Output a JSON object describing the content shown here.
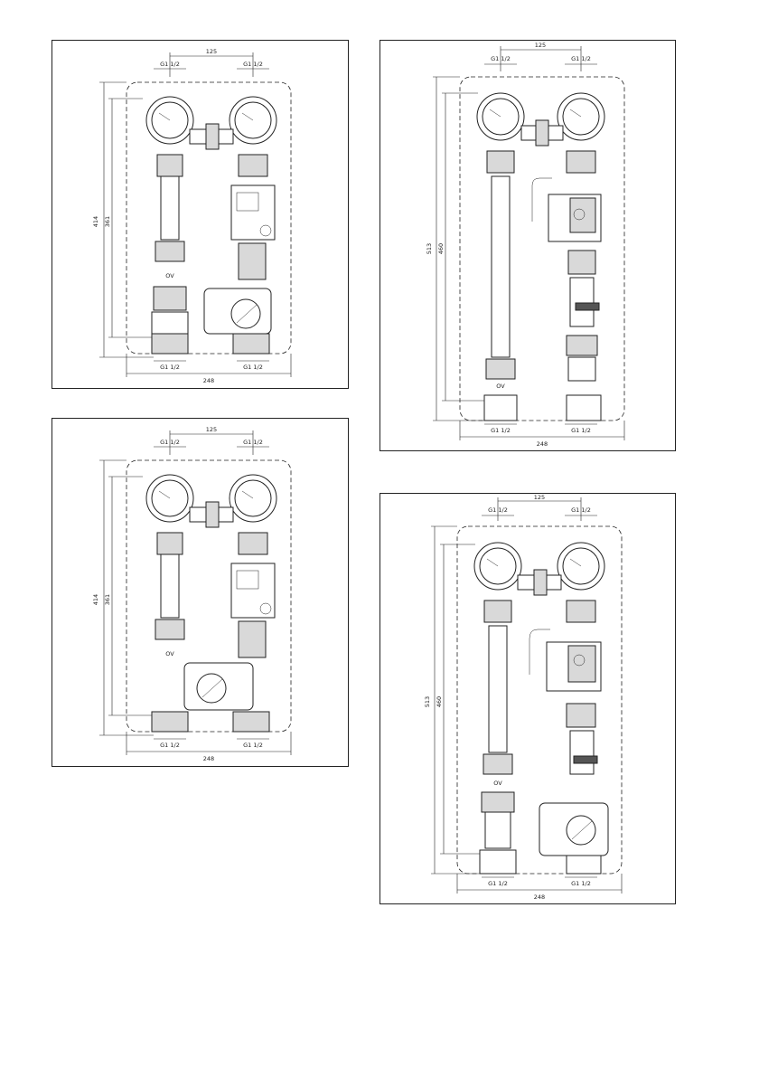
{
  "panels": [
    {
      "id": "panel-a",
      "variant": "short-mixer-right",
      "label_top_left": "G1 1/2",
      "label_top_right": "G1 1/2",
      "label_bottom_left": "G1 1/2",
      "label_bottom_right": "G1 1/2",
      "dim_spacing": "125",
      "dim_width": "248",
      "dim_outer_height": "414",
      "dim_inner_height": "361",
      "valve_label": "OV"
    },
    {
      "id": "panel-b",
      "variant": "tall-no-mixer",
      "label_top_left": "G1 1/2",
      "label_top_right": "G1 1/2",
      "label_bottom_left": "G1 1/2",
      "label_bottom_right": "G1 1/2",
      "dim_spacing": "125",
      "dim_width": "248",
      "dim_outer_height": "513",
      "dim_inner_height": "460",
      "valve_label": "OV"
    },
    {
      "id": "panel-c",
      "variant": "short-mixer-left",
      "label_top_left": "G1 1/2",
      "label_top_right": "G1 1/2",
      "label_bottom_left": "G1 1/2",
      "label_bottom_right": "G1 1/2",
      "dim_spacing": "125",
      "dim_width": "248",
      "dim_outer_height": "414",
      "dim_inner_height": "361",
      "valve_label": "OV"
    },
    {
      "id": "panel-d",
      "variant": "tall-mixer",
      "label_top_left": "G1 1/2",
      "label_top_right": "G1 1/2",
      "label_bottom_left": "G1 1/2",
      "label_bottom_right": "G1 1/2",
      "dim_spacing": "125",
      "dim_width": "248",
      "dim_outer_height": "513",
      "dim_inner_height": "460",
      "valve_label": "OV"
    }
  ]
}
